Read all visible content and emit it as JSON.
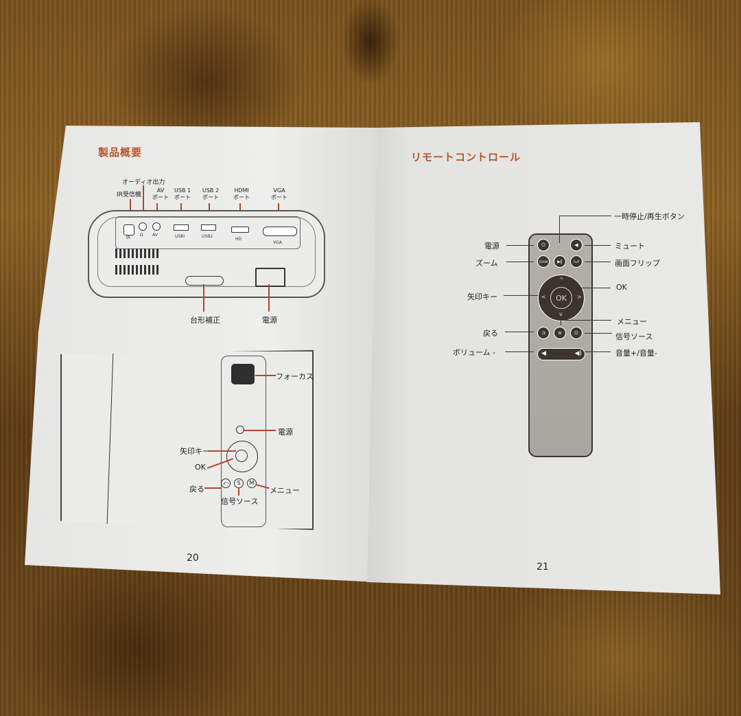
{
  "left_page": {
    "title": "製品概要",
    "page_number": "20",
    "rear_panel_labels": {
      "audio_out": "オーディオ出力",
      "ir_receiver": "IR受信機",
      "av_port": "AV\nポート",
      "av_port_line1": "AV",
      "av_port_line2": "ポート",
      "usb1_line1": "USB 1",
      "usb1_line2": "ポート",
      "usb2_line1": "USB 2",
      "usb2_line2": "ポート",
      "hdmi_line1": "HDMI",
      "hdmi_line2": "ポート",
      "vga_line1": "VGA",
      "vga_line2": "ポート",
      "keystone": "台形補正",
      "power": "電源"
    },
    "port_markings": {
      "ir": "IR",
      "headphone": "Ω",
      "av": "AV",
      "usb1": "USBI",
      "usb2": "USB2",
      "hd": "HD",
      "vga": "VGA"
    },
    "top_panel_labels": {
      "focus": "フォーカス",
      "power": "電源",
      "arrow_keys": "矢印キー",
      "ok": "OK",
      "back": "戻る",
      "source": "信号ソース",
      "menu": "メニュー"
    },
    "top_panel_buttons": {
      "back": "⤺",
      "source": "S",
      "menu": "M"
    }
  },
  "right_page": {
    "title": "リモートコントロール",
    "page_number": "21",
    "remote_labels": {
      "pause_play": "一時停止/再生ボタン",
      "power": "電源",
      "mute": "ミュート",
      "zoom": "ズーム",
      "flip": "画面フリップ",
      "ok": "OK",
      "arrow_keys": "矢印キー",
      "menu": "メニュー",
      "back": "戻る",
      "source": "信号ソース",
      "volume_minus": "ボリューム -",
      "volume_plus_minus": "音量+/音量-"
    },
    "remote_buttons": {
      "power": "⏻",
      "mute": "🔈",
      "zoom": "ZOOM",
      "play_pause": "▶‖",
      "flip": "FLIP",
      "ok": "OK",
      "up": "^",
      "down": "v",
      "left": "<",
      "right": ">",
      "back": "⊐",
      "menu": "≡",
      "source": "⊡",
      "vol_down": "◀",
      "vol_up": "◀)"
    }
  },
  "colors": {
    "heading": "#b8542a",
    "leader_line": "#b0472a",
    "remote_button": "#3b3431",
    "remote_body": "#aeaaa5"
  }
}
